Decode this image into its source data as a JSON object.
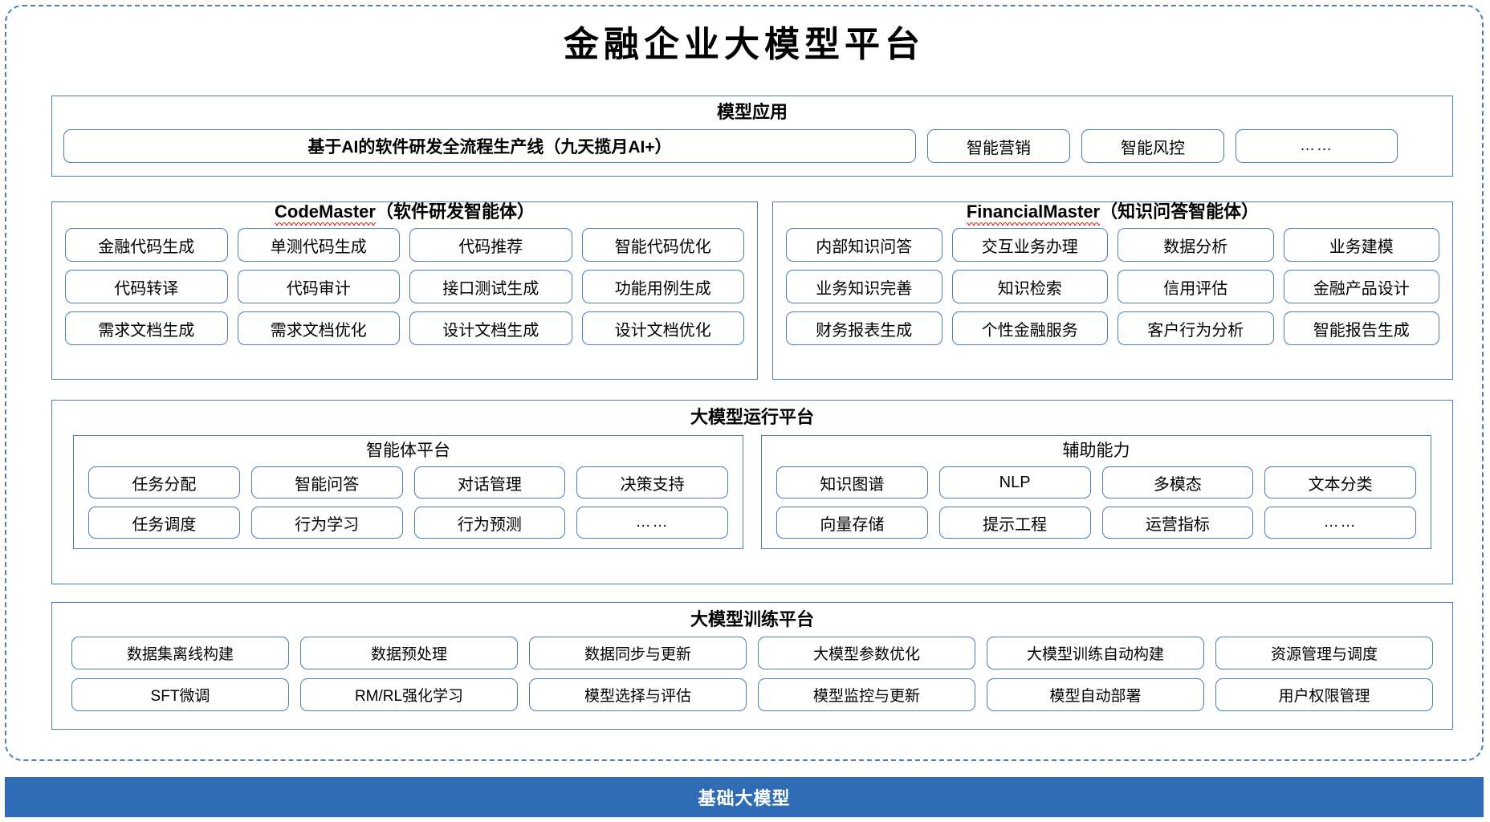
{
  "title": "金融企业大模型平台",
  "colors": {
    "border_blue": "#4a7ebb",
    "base_bar_blue": "#2f6cb5",
    "spellcheck_red": "#e8342a",
    "background": "#ffffff"
  },
  "sections": {
    "model_application": {
      "heading": "模型应用",
      "banner": "基于AI的软件研发全流程生产线（九天揽月AI+）",
      "items": [
        "智能营销",
        "智能风控",
        "……"
      ]
    },
    "code_master": {
      "heading_en": "CodeMaster",
      "heading_cn": "（软件研发智能体）",
      "items": [
        "金融代码生成",
        "单测代码生成",
        "代码推荐",
        "智能代码优化",
        "代码转译",
        "代码审计",
        "接口测试生成",
        "功能用例生成",
        "需求文档生成",
        "需求文档优化",
        "设计文档生成",
        "设计文档优化"
      ]
    },
    "financial_master": {
      "heading_en": "FinancialMaster",
      "heading_cn": "（知识问答智能体）",
      "items": [
        "内部知识问答",
        "交互业务办理",
        "数据分析",
        "业务建模",
        "业务知识完善",
        "知识检索",
        "信用评估",
        "金融产品设计",
        "财务报表生成",
        "个性金融服务",
        "客户行为分析",
        "智能报告生成"
      ]
    },
    "runtime_platform": {
      "heading": "大模型运行平台",
      "agent_platform": {
        "heading": "智能体平台",
        "items": [
          "任务分配",
          "智能问答",
          "对话管理",
          "决策支持",
          "任务调度",
          "行为学习",
          "行为预测",
          "……"
        ]
      },
      "auxiliary_capability": {
        "heading": "辅助能力",
        "items": [
          "知识图谱",
          "NLP",
          "多模态",
          "文本分类",
          "向量存储",
          "提示工程",
          "运营指标",
          "……"
        ]
      }
    },
    "training_platform": {
      "heading": "大模型训练平台",
      "items": [
        "数据集离线构建",
        "数据预处理",
        "数据同步与更新",
        "大模型参数优化",
        "大模型训练自动构建",
        "资源管理与调度",
        "SFT微调",
        "RM/RL强化学习",
        "模型选择与评估",
        "模型监控与更新",
        "模型自动部署",
        "用户权限管理"
      ]
    },
    "base_model_bar": {
      "label": "基础大模型"
    }
  }
}
